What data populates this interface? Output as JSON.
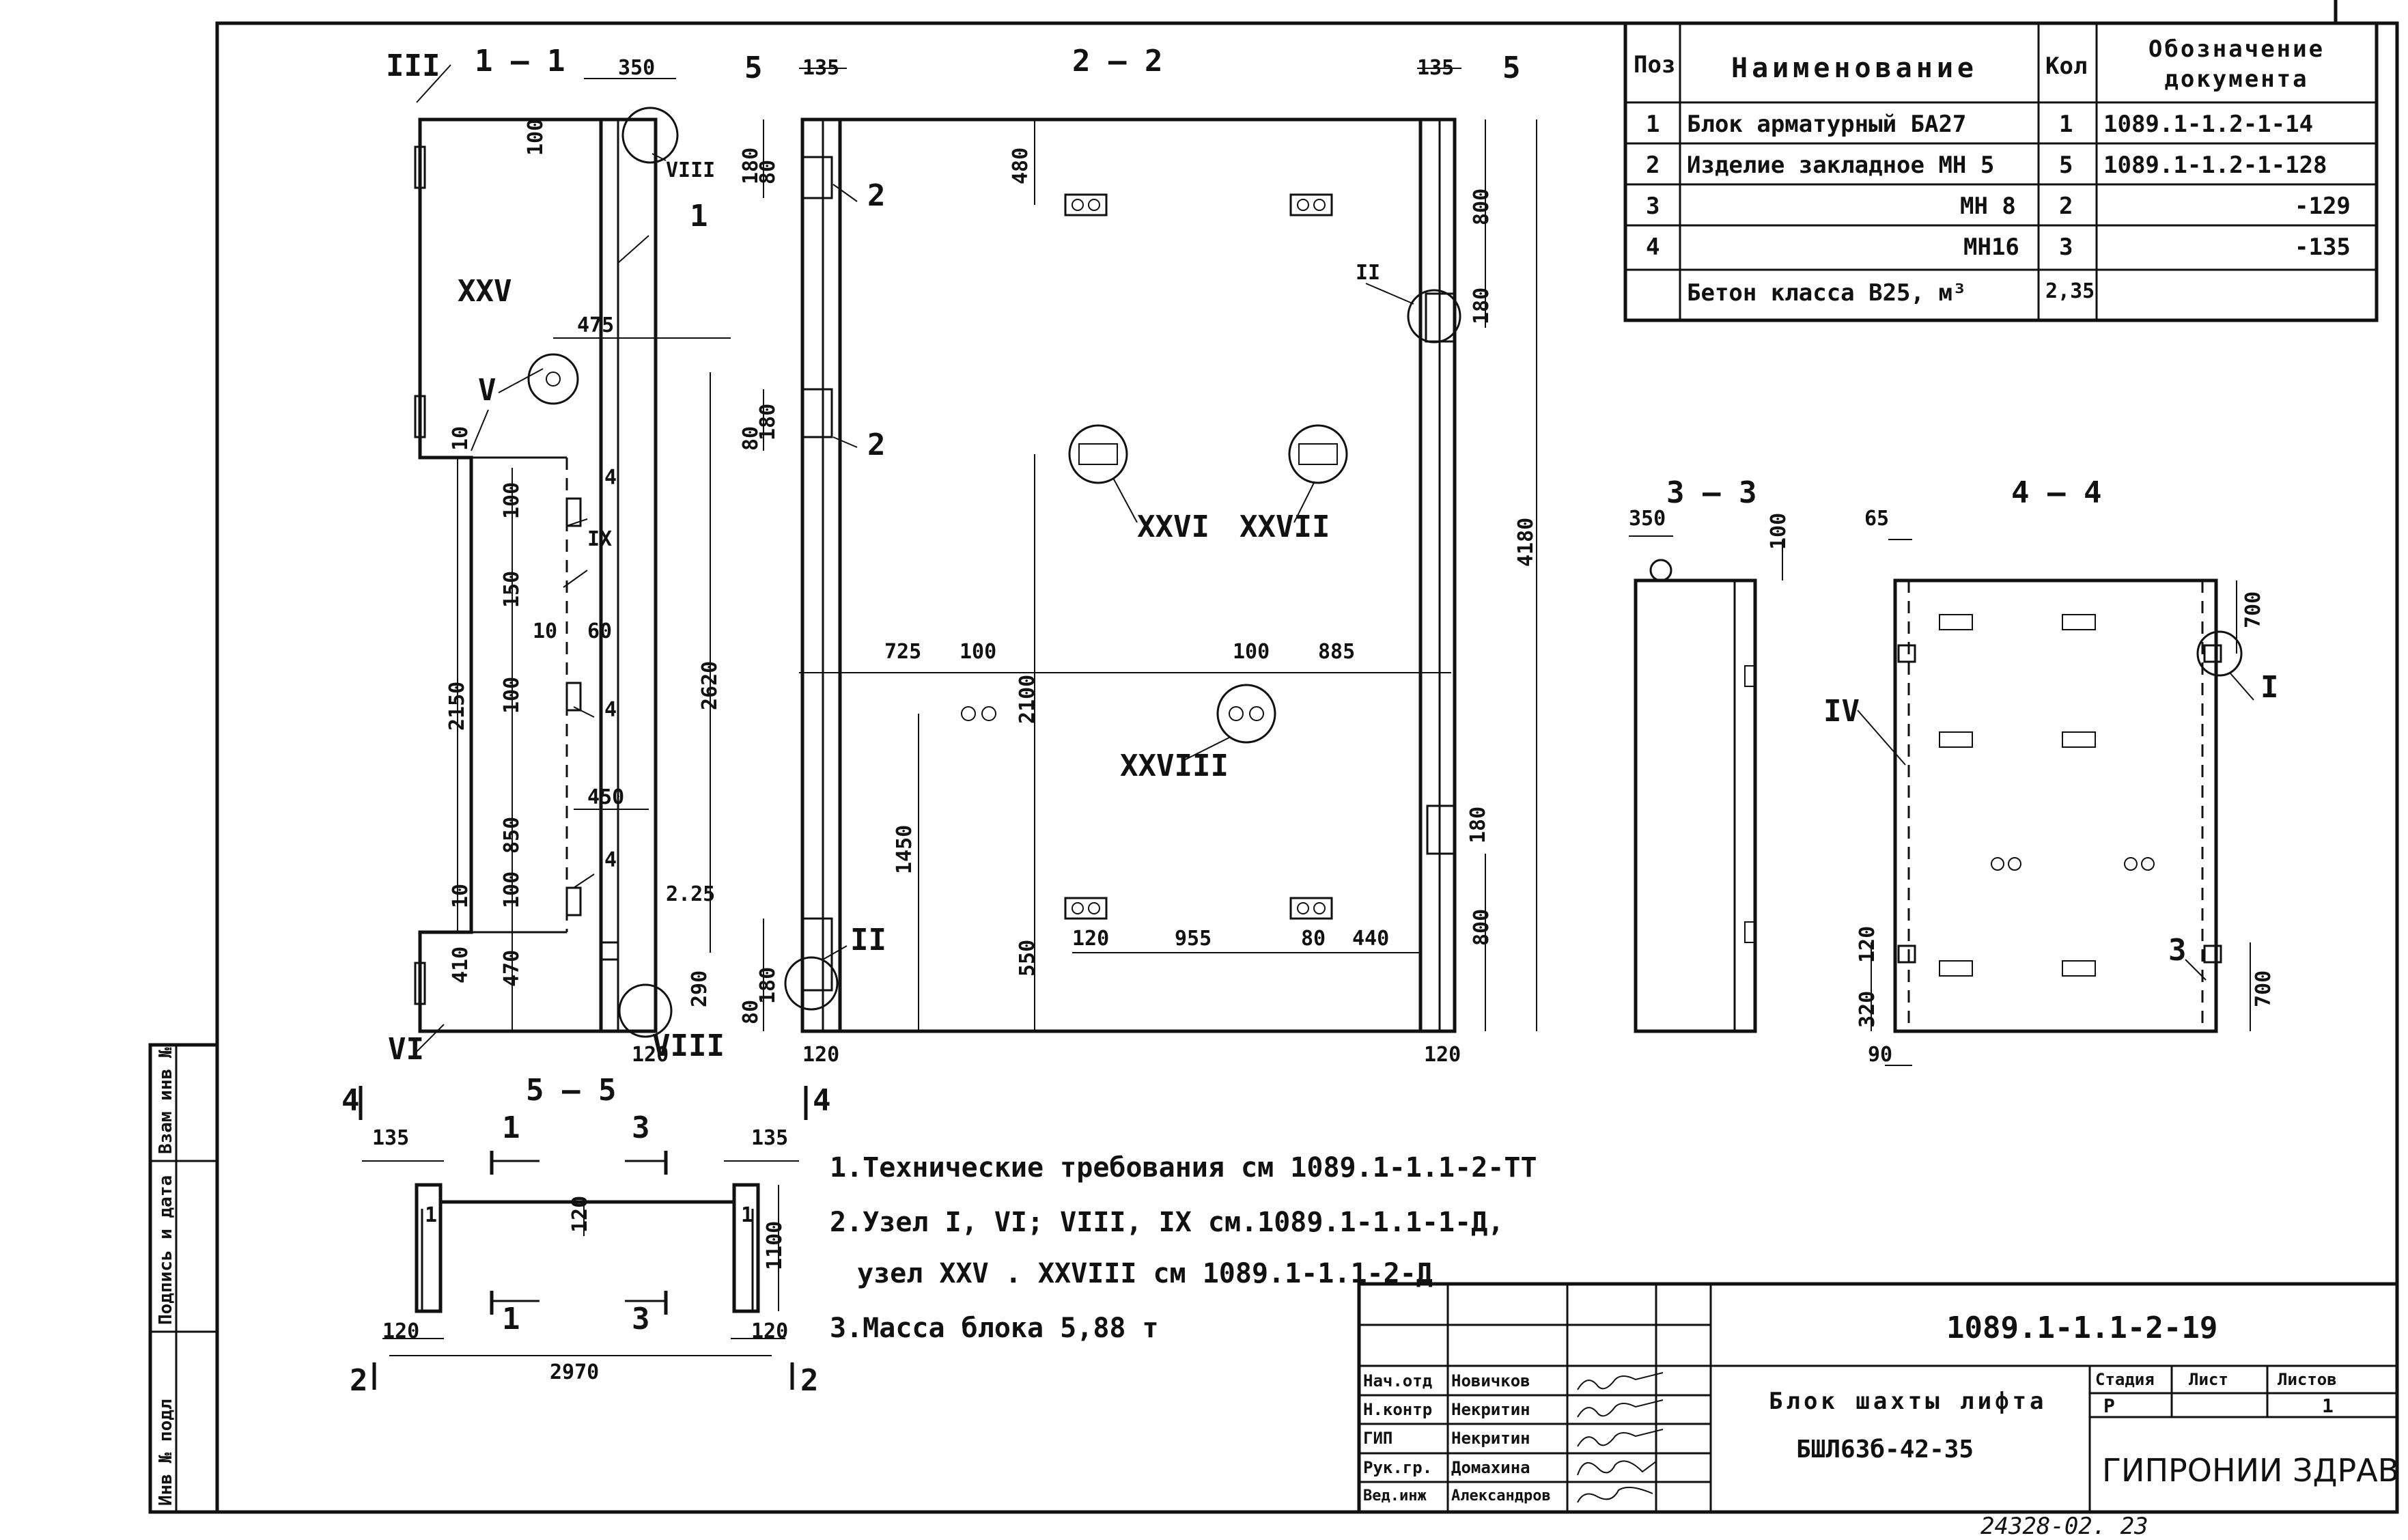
{
  "spec_table": {
    "headers": {
      "pos": "Поз",
      "name": "Наименование",
      "qty": "Кол",
      "doc": "Обозначение документа"
    },
    "rows": [
      {
        "pos": "1",
        "name": "Блок арматурный БА27",
        "qty": "1",
        "doc": "1089.1-1.2-1-14"
      },
      {
        "pos": "2",
        "name": "Изделие закладное МН 5",
        "qty": "5",
        "doc": "1089.1-1.2-1-128"
      },
      {
        "pos": "3",
        "name": "МН 8",
        "qty": "2",
        "doc": "-129"
      },
      {
        "pos": "4",
        "name": "МН16",
        "qty": "3",
        "doc": "-135"
      },
      {
        "pos": "",
        "name": "Бетон класса В25, м³",
        "qty": "2,35",
        "doc": ""
      }
    ]
  },
  "sections": {
    "s11": "1 – 1",
    "s22": "2 – 2",
    "s33": "3 – 3",
    "s44": "4 – 4",
    "s55": "5 – 5"
  },
  "view11": {
    "dims": [
      "350",
      "100",
      "475",
      "10",
      "4",
      "100",
      "150",
      "2150",
      "10",
      "60",
      "100",
      "4",
      "2620",
      "850",
      "450",
      "4",
      "100",
      "10",
      "2.25",
      "470",
      "410",
      "290",
      "120"
    ],
    "marks": [
      "III",
      "VIII",
      "1",
      "XXV",
      "V",
      "IX",
      "VI",
      "VIII"
    ]
  },
  "view22": {
    "dims": [
      "135",
      "135",
      "180",
      "80",
      "80",
      "180",
      "480",
      "800",
      "180",
      "4180",
      "725",
      "100",
      "100",
      "885",
      "2100",
      "1450",
      "180",
      "550",
      "120",
      "955",
      "80",
      "440",
      "800",
      "80",
      "180",
      "120",
      "120"
    ],
    "marks": [
      "5",
      "5",
      "2",
      "2",
      "II",
      "XXVI",
      "XXVII",
      "II",
      "XXVIII"
    ]
  },
  "view33": {
    "dims": [
      "350",
      "100"
    ]
  },
  "view44": {
    "dims": [
      "65",
      "700",
      "120",
      "320",
      "700",
      "90"
    ],
    "marks": [
      "IV",
      "I",
      "3"
    ]
  },
  "view55": {
    "dims": [
      "135",
      "135",
      "120",
      "1100",
      "120",
      "120",
      "2970"
    ],
    "marks": [
      "4",
      "4",
      "1",
      "3",
      "1",
      "3",
      "2",
      "2",
      "1",
      "1"
    ]
  },
  "notes": [
    "1.Технические требования см 1089.1-1.1-2-ТТ",
    "2.Узел I, VI; VIII, IX см.1089.1-1.1-1-Д,",
    "узел XXV . XXVIII см 1089.1-1.1-2-Д",
    "3.Масса блока 5,88 т"
  ],
  "title_block": {
    "code": "1089.1-1.1-2-19",
    "title": "Блок шахты лифта",
    "mark": "БШЛ63б-42-35",
    "stage_label": "Стадия",
    "sheet_label": "Лист",
    "sheets_label": "Листов",
    "stage": "Р",
    "sheet": "",
    "sheets": "1",
    "org": "ГИПРОНИИ ЗДРАВ",
    "roles": [
      {
        "role": "Нач.отд",
        "name": "Новичков"
      },
      {
        "role": "Н.контр",
        "name": "Некритин"
      },
      {
        "role": "ГИП",
        "name": "Некритин"
      },
      {
        "role": "Рук.гр.",
        "name": "Домахина"
      },
      {
        "role": "Вед.инж",
        "name": "Александров"
      }
    ]
  },
  "side_stamp": {
    "col1": "Инв № подл",
    "col2": "Подпись и дата",
    "col3": "Взам инв №"
  },
  "footer_number": "24328-02. 23"
}
